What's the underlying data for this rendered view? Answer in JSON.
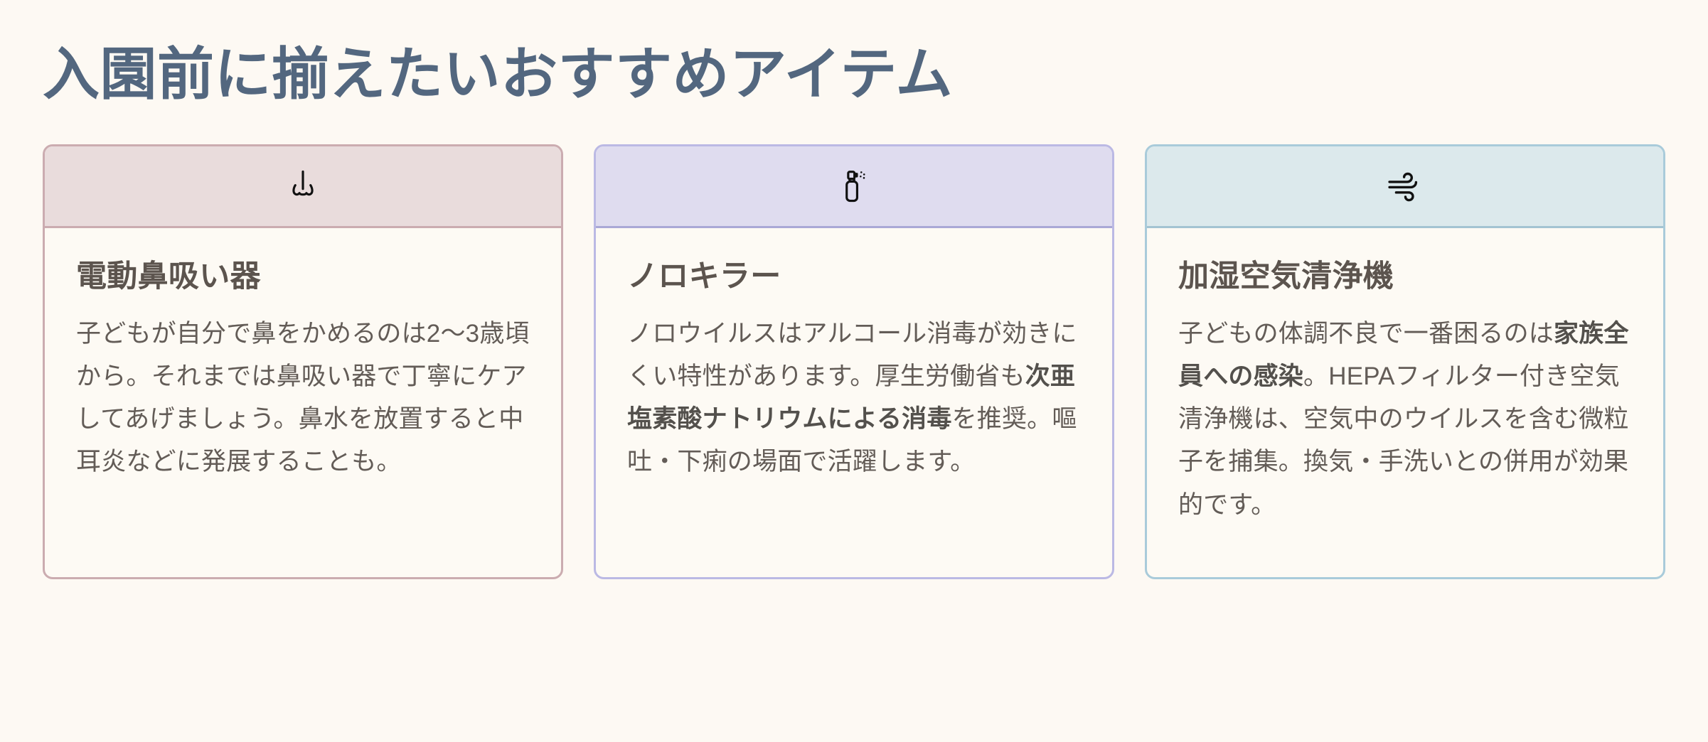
{
  "page": {
    "background_color": "#fdf9f3",
    "title": "入園前に揃えたいおすすめアイテム",
    "title_color": "#53677f"
  },
  "cards": [
    {
      "icon": "nose-icon",
      "accent_border": "#cbacb0",
      "accent_header": "#e9dcdc",
      "title": "電動鼻吸い器",
      "text_parts": [
        {
          "text": "子どもが自分で鼻をかめるのは2〜3歳頃から。それまでは鼻吸い器で丁寧にケアしてあげましょう。鼻水を放置すると中耳炎などに発展することも。",
          "bold": false
        }
      ]
    },
    {
      "icon": "spray-bottle-icon",
      "accent_border": "#bbb9e4",
      "accent_header": "#dfdcef",
      "title": "ノロキラー",
      "text_parts": [
        {
          "text": "ノロウイルスはアルコール消毒が効きにくい特性があります。厚生労働省も",
          "bold": false
        },
        {
          "text": "次亜塩素酸ナトリウムによる消毒",
          "bold": true
        },
        {
          "text": "を推奨。嘔吐・下痢の場面で活躍します。",
          "bold": false
        }
      ]
    },
    {
      "icon": "wind-icon",
      "accent_border": "#a9cbda",
      "accent_header": "#dce9ec",
      "title": "加湿空気清浄機",
      "text_parts": [
        {
          "text": "子どもの体調不良で一番困るのは",
          "bold": false
        },
        {
          "text": "家族全員への感染",
          "bold": true
        },
        {
          "text": "。HEPAフィルター付き空気清浄機は、空気中のウイルスを含む微粒子を捕集。換気・手洗いとの併用が効果的です。",
          "bold": false
        }
      ]
    }
  ]
}
